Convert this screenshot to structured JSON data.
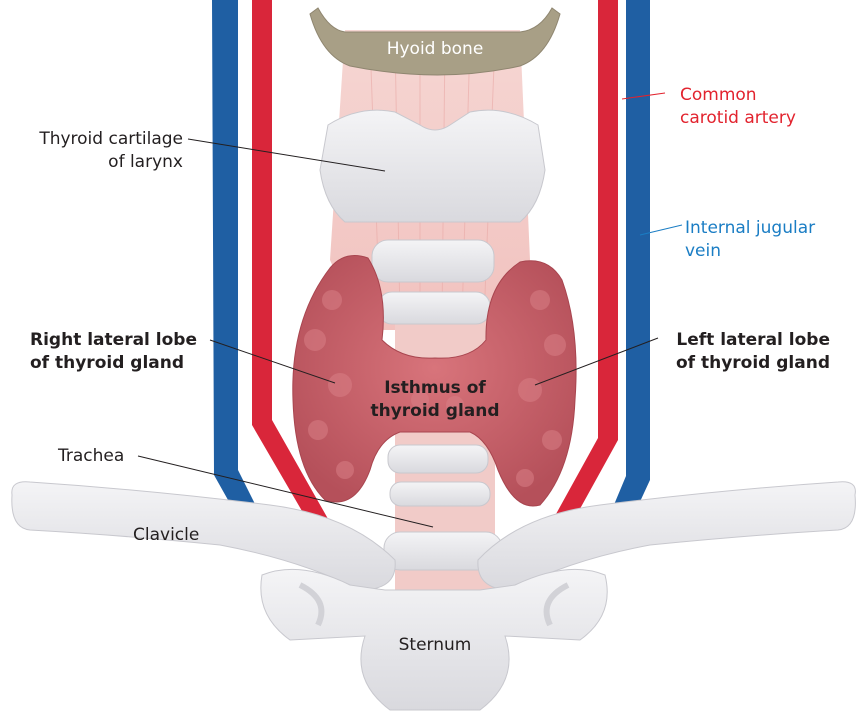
{
  "diagram": {
    "labels": {
      "hyoid_bone": "Hyoid bone",
      "common_carotid_artery": [
        "Common",
        "carotid artery"
      ],
      "thyroid_cartilage": [
        "Thyroid cartilage",
        "of larynx"
      ],
      "internal_jugular_vein": [
        "Internal jugular",
        "vein"
      ],
      "right_lateral_lobe": [
        "Right lateral lobe",
        "of thyroid gland"
      ],
      "left_lateral_lobe": [
        "Left lateral lobe",
        "of thyroid gland"
      ],
      "isthmus": [
        "Isthmus of",
        "thyroid gland"
      ],
      "trachea": "Trachea",
      "clavicle": "Clavicle",
      "sternum": "Sternum"
    },
    "colors": {
      "artery": "#d9263a",
      "vein": "#1f5fa3",
      "thyroid": "#c9646c",
      "cartilage": "#e6e6ea",
      "bone": "#ececef",
      "hyoid": "#a89f86",
      "muscle": "#f2c2bf",
      "artery_label": "#e2232e",
      "vein_label": "#1a7dc4"
    }
  }
}
